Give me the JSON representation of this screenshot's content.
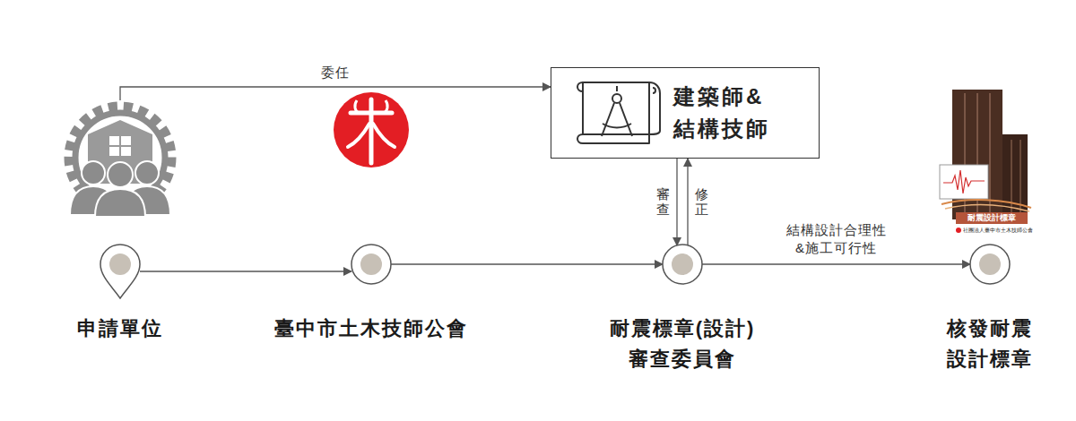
{
  "diagram": {
    "nodes": [
      {
        "text": [
          "申請單位"
        ]
      },
      {
        "text": [
          "臺中市土木技師公會"
        ]
      },
      {
        "text": [
          "建築師& 結構技師"
        ]
      },
      {
        "text": [
          "耐震標章(設計) 審查委員會"
        ]
      },
      {
        "text": [
          "核發耐震 設計標章"
        ]
      }
    ],
    "edges": [
      {
        "from": 0,
        "to": 2,
        "label": "委任",
        "arrow": "to"
      },
      {
        "from": 0,
        "to": 1,
        "arrow": "to"
      },
      {
        "from": 1,
        "to": 3,
        "arrow": "to"
      },
      {
        "from": 2,
        "to": 3,
        "label": "審查",
        "arrow": "to"
      },
      {
        "from": 3,
        "to": 2,
        "label": "修正",
        "arrow": "to"
      },
      {
        "from": 3,
        "to": 4,
        "label": "結構設計合理性 &施工可行性",
        "arrow": "to"
      }
    ],
    "labels": [
      "耐震設計標章",
      "社團法人臺中市土木技師公會"
    ]
  }
}
